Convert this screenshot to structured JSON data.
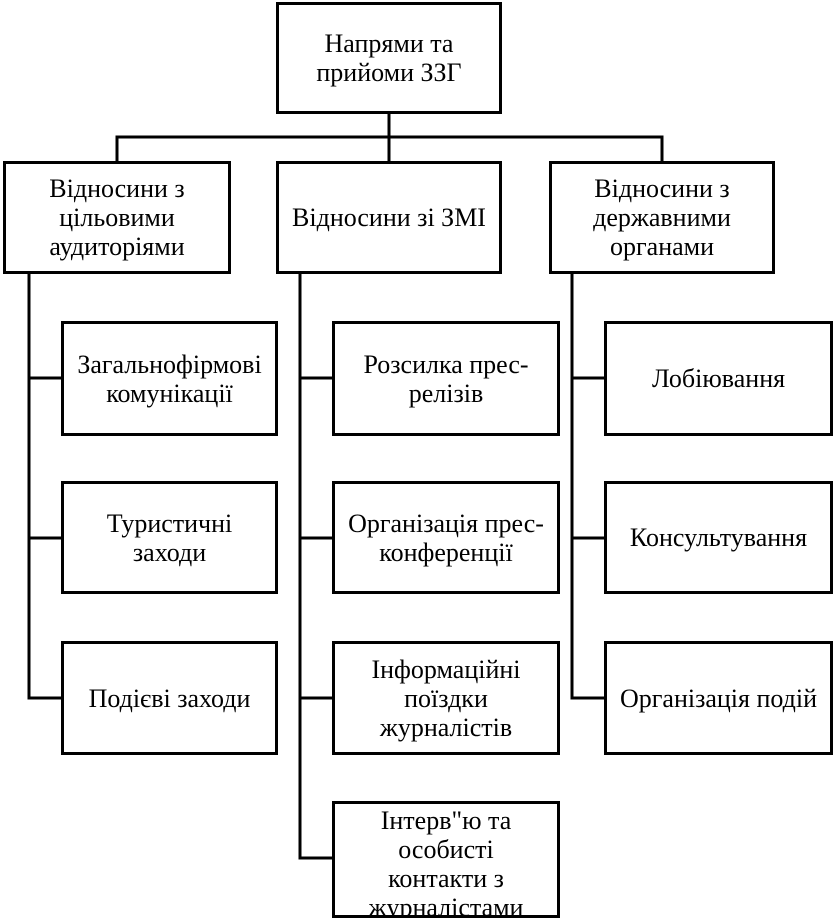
{
  "diagram": {
    "root": {
      "label": "Напрями та\nприйоми ЗЗГ"
    },
    "branches": [
      {
        "label": "Відносини з\nцільовими\nаудиторіями",
        "children": [
          {
            "label": "Загальнофірмові\nкомунікації"
          },
          {
            "label": "Туристичні\nзаходи"
          },
          {
            "label": "Подієві заходи"
          }
        ]
      },
      {
        "label": "Відносини зі ЗМІ",
        "children": [
          {
            "label": "Розсилка прес-\nрелізів"
          },
          {
            "label": "Організація прес-\nконференції"
          },
          {
            "label": "Інформаційні\nпоїздки\nжурналістів"
          },
          {
            "label": "Інтерв\"ю та\nособисті\nконтакти з\nжурналістами"
          }
        ]
      },
      {
        "label": "Відносини з\nдержавними\nорганами",
        "children": [
          {
            "label": "Лобіювання"
          },
          {
            "label": "Консультування"
          },
          {
            "label": "Організація подій"
          }
        ]
      }
    ]
  },
  "style": {
    "line_color": "#000000",
    "box_border_color": "#000000",
    "box_fill_color": "#ffffff",
    "text_color": "#000000"
  }
}
